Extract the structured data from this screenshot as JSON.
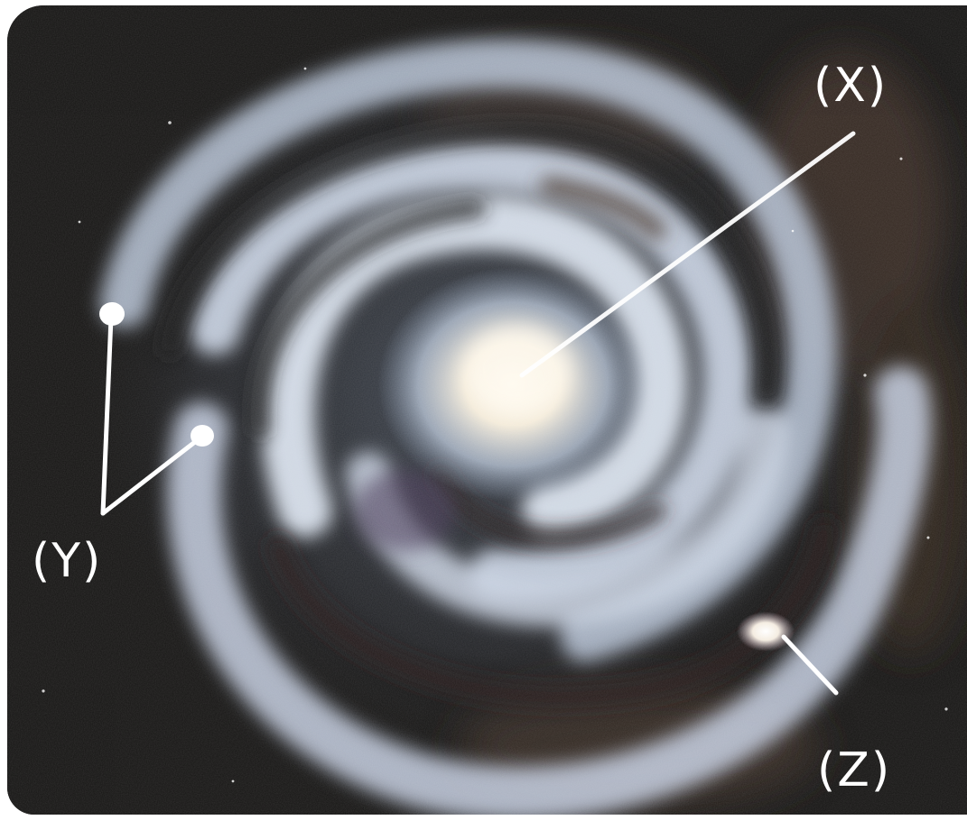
{
  "labels": {
    "x": "(X)",
    "y": "(Y)",
    "z": "(Z)"
  },
  "colors": {
    "background": "#161514",
    "arm": "#cfd8e6",
    "dust": "#5b4638",
    "core": "#fff4df",
    "pointer": "#ffffff"
  }
}
